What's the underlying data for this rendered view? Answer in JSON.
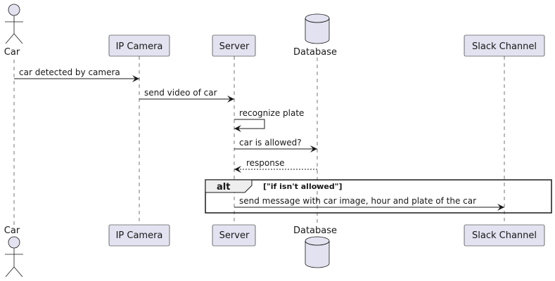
{
  "participants": {
    "car": {
      "label": "Car",
      "kind": "actor"
    },
    "camera": {
      "label": "IP Camera",
      "kind": "participant"
    },
    "server": {
      "label": "Server",
      "kind": "participant"
    },
    "database": {
      "label": "Database",
      "kind": "database"
    },
    "slack": {
      "label": "Slack Channel",
      "kind": "participant"
    }
  },
  "messages": [
    {
      "from": "car",
      "to": "camera",
      "label": "car detected by camera",
      "style": "solid"
    },
    {
      "from": "camera",
      "to": "server",
      "label": "send video of car",
      "style": "solid"
    },
    {
      "from": "server",
      "to": "server",
      "label": "recognize plate",
      "style": "solid"
    },
    {
      "from": "server",
      "to": "database",
      "label": "car is allowed?",
      "style": "solid"
    },
    {
      "from": "database",
      "to": "server",
      "label": "response",
      "style": "dashed"
    },
    {
      "from": "server",
      "to": "slack",
      "label": "send message with car image, hour and plate of the car",
      "style": "solid"
    }
  ],
  "fragment": {
    "keyword": "alt",
    "guard": "[\"if isn't allowed\"]"
  },
  "colors": {
    "box_fill": "#E2E2F0",
    "stroke": "#181818",
    "lifeline": "#181818"
  }
}
